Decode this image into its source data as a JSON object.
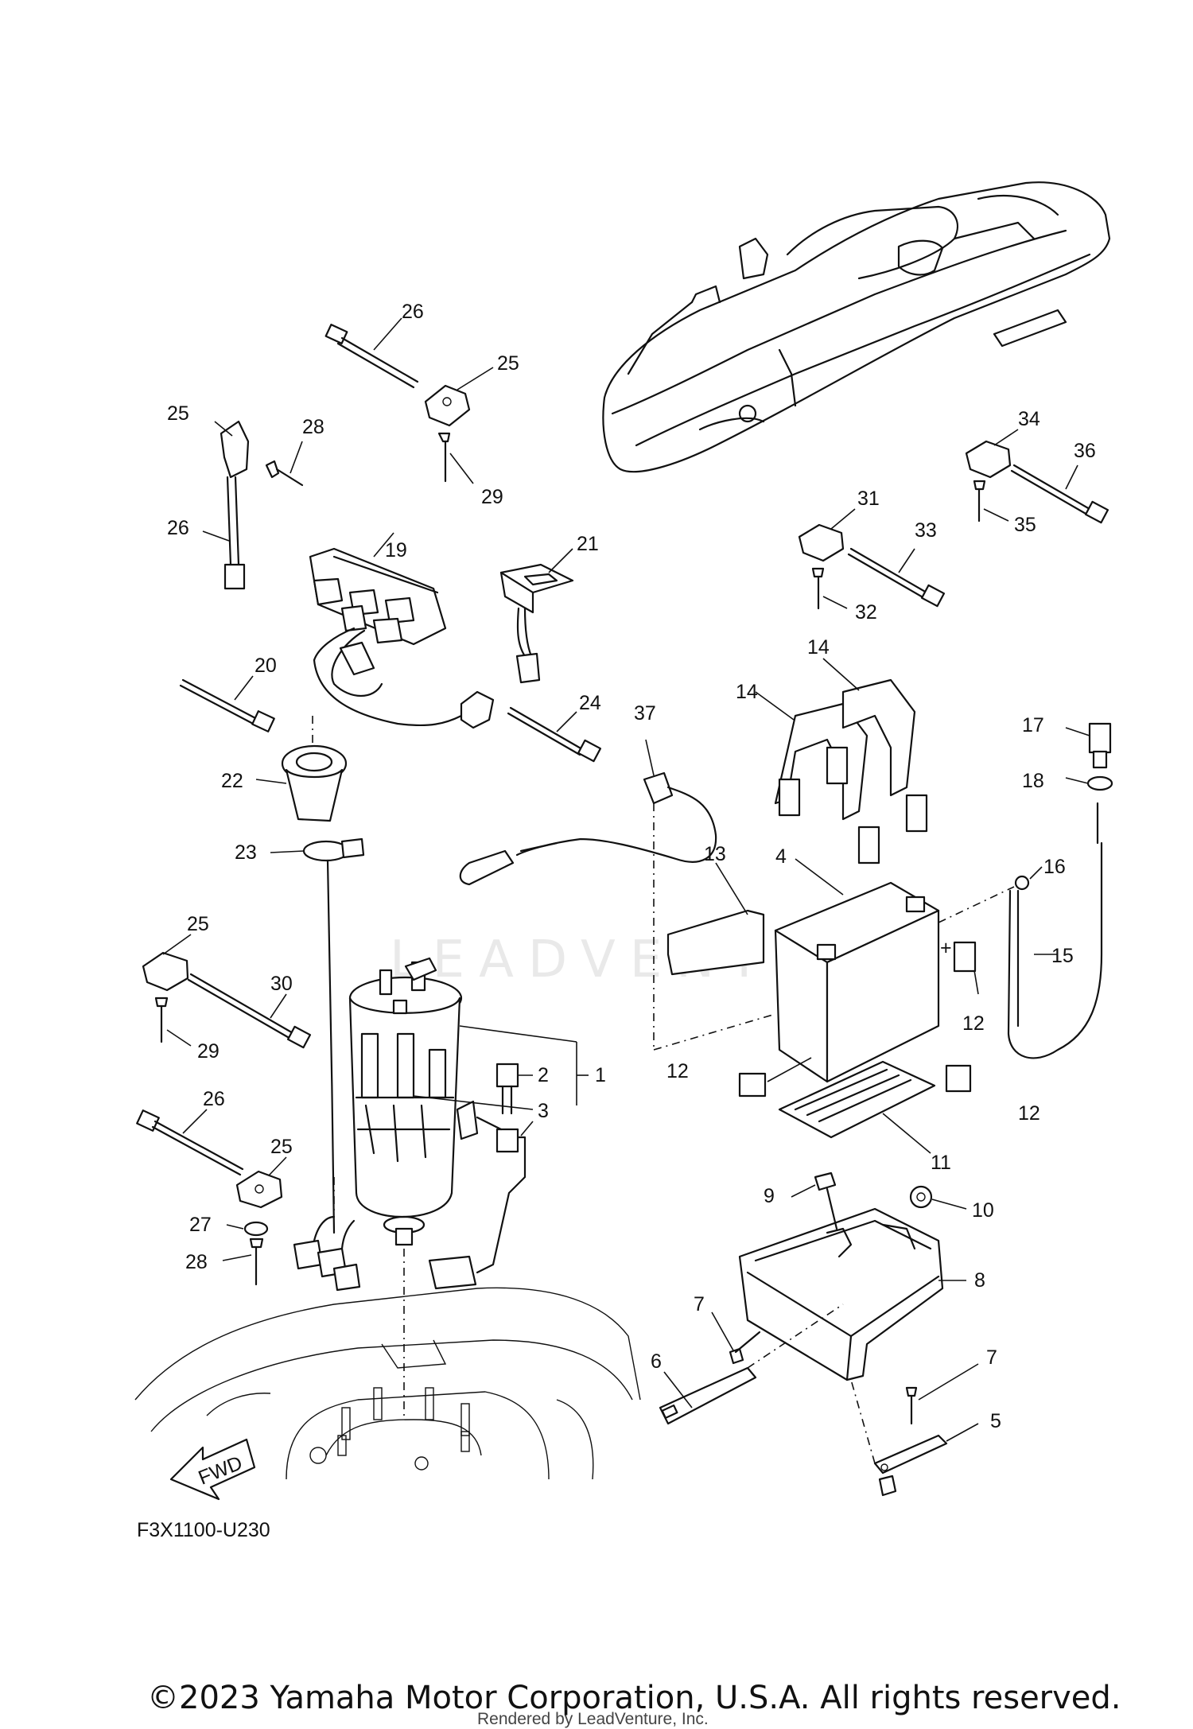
{
  "diagram": {
    "code": "F3X1100-U230",
    "fwd_label": "FWD",
    "callouts": [
      "1",
      "2",
      "3",
      "4",
      "5",
      "6",
      "7",
      "7",
      "8",
      "9",
      "10",
      "11",
      "12",
      "12",
      "12",
      "13",
      "14",
      "14",
      "15",
      "16",
      "17",
      "18",
      "19",
      "20",
      "21",
      "22",
      "23",
      "24",
      "25",
      "25",
      "25",
      "25",
      "26",
      "26",
      "26",
      "27",
      "28",
      "28",
      "29",
      "29",
      "30",
      "31",
      "32",
      "33",
      "34",
      "35",
      "36",
      "37"
    ]
  },
  "watermark": "LEADVENTURE",
  "footer": {
    "copyright": "©2023 Yamaha Motor Corporation, U.S.A. All rights reserved.",
    "rendered_by": "Rendered by LeadVenture, Inc."
  }
}
